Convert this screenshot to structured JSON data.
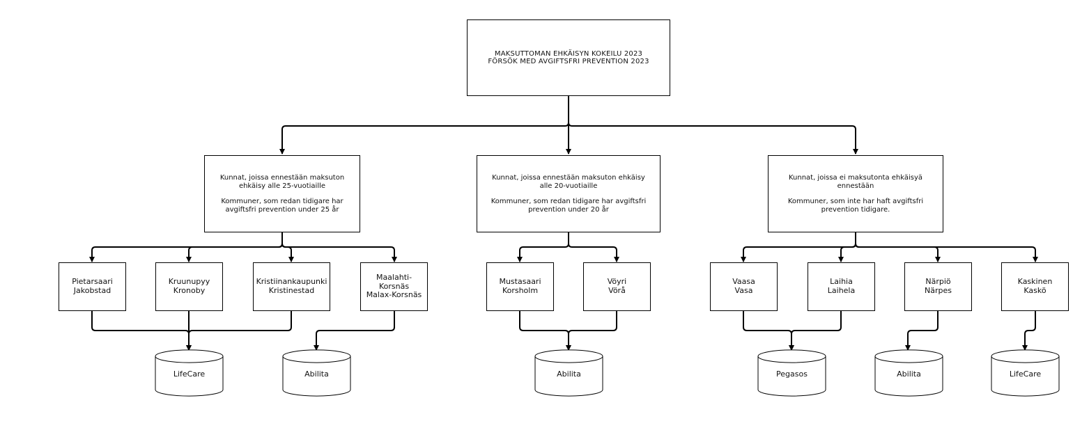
{
  "title": {
    "line1": "MAKSUTTOMAN EHKÄISYN KOKEILU 2023",
    "line2": "FÖRSÖK MED AVGIFTSFRI PREVENTION 2023"
  },
  "groups": [
    {
      "fi": "Kunnat, joissa ennestään maksuton\nehkäisy alle 25-vuotiaille",
      "sv": "Kommuner, som redan tidigare har\navgiftsfri prevention  under 25 år"
    },
    {
      "fi": "Kunnat, joissa ennestään maksuton ehkäisy\nalle 20-vuotiaille",
      "sv": "Kommuner, som redan tidigare har avgiftsfri\nprevention  under 20 år"
    },
    {
      "fi": "Kunnat, joissa ei maksutonta ehkäisyä\nennestään",
      "sv": "Kommuner, som inte har haft avgiftsfri\nprevention tidigare."
    }
  ],
  "municipalities": [
    {
      "fi": "Pietarsaari",
      "sv": "Jakobstad"
    },
    {
      "fi": "Kruunupyy",
      "sv": "Kronoby"
    },
    {
      "fi": "Kristiinankaupunki",
      "sv": "Kristinestad"
    },
    {
      "fi": "Maalahti-\nKorsnäs",
      "sv": "Malax-Korsnäs"
    },
    {
      "fi": "Mustasaari",
      "sv": "Korsholm"
    },
    {
      "fi": "Vöyri",
      "sv": "Vörå"
    },
    {
      "fi": "Vaasa",
      "sv": "Vasa"
    },
    {
      "fi": "Laihia",
      "sv": "Laihela"
    },
    {
      "fi": "Närpiö",
      "sv": "Närpes"
    },
    {
      "fi": "Kaskinen",
      "sv": "Kaskö"
    }
  ],
  "systems": [
    "LifeCare",
    "Abilita",
    "Abilita",
    "Pegasos",
    "Abilita",
    "LifeCare"
  ]
}
